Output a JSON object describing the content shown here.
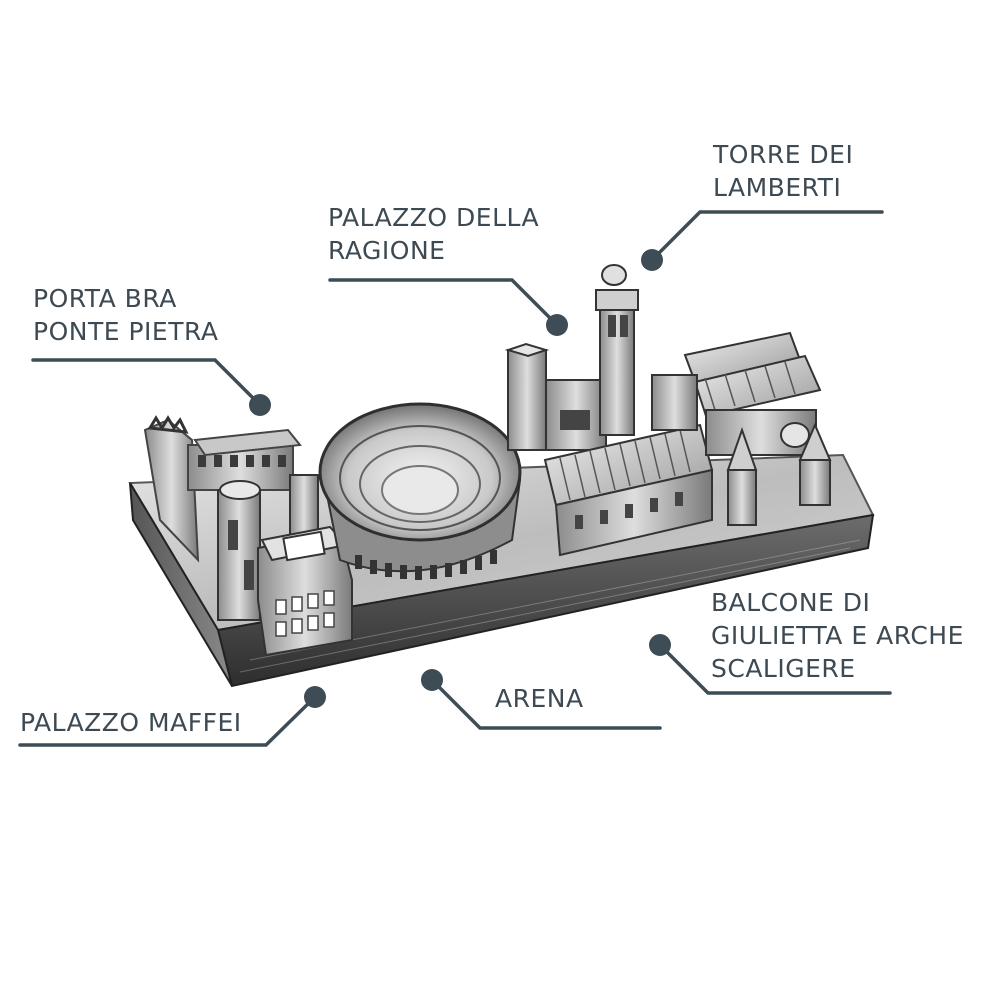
{
  "colors": {
    "callout": "#3e4c55",
    "metal_light": "#d9d9d9",
    "metal_mid": "#a4a4a4",
    "metal_dark": "#3c3c3c",
    "background": "#ffffff"
  },
  "labels": {
    "torre": {
      "line1": "TORRE DEI",
      "line2": "LAMBERTI"
    },
    "palazzo_ragione": {
      "line1": "PALAZZO DELLA",
      "line2": "RAGIONE"
    },
    "porta_bra": {
      "line1": "PORTA BRA",
      "line2": "PONTE PIETRA"
    },
    "balcone": {
      "line1": "BALCONE DI",
      "line2": "GIULIETTA E ARCHE",
      "line3": "SCALIGERE"
    },
    "arena": {
      "line1": "ARENA"
    },
    "palazzo_maffei": {
      "line1": "PALAZZO MAFFEI"
    }
  }
}
